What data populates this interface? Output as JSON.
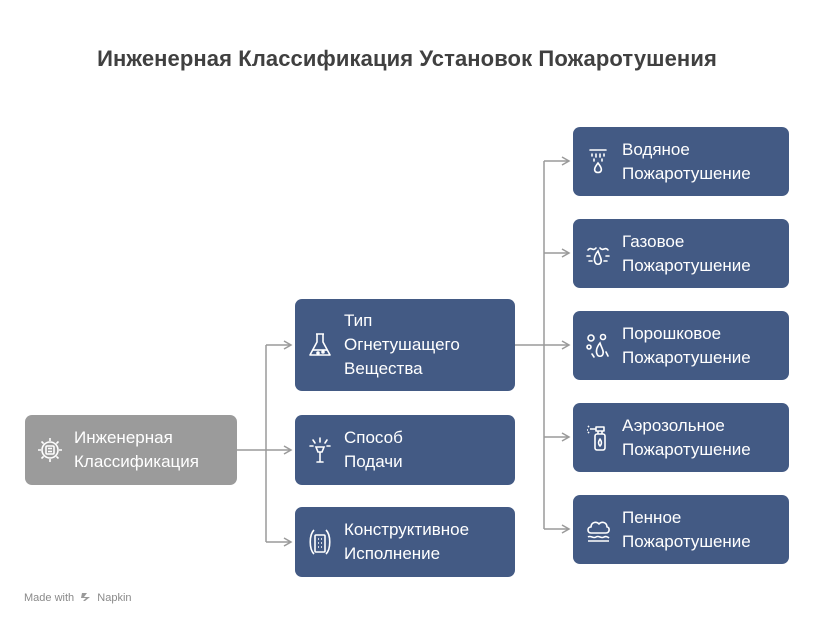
{
  "title": "Инженерная Классификация Установок Пожаротушения",
  "root": {
    "label": "Инженерная\nКлассификация",
    "icon": "gear-document-icon"
  },
  "categories": [
    {
      "label": "Тип\nОгнетушащего\nВещества",
      "icon": "flask-icon"
    },
    {
      "label": "Способ\nПодачи",
      "icon": "sprinkler-icon"
    },
    {
      "label": "Конструктивное\nИсполнение",
      "icon": "building-icon"
    }
  ],
  "agents": [
    {
      "label": "Водяное\nПожаротушение",
      "icon": "water-spray-icon"
    },
    {
      "label": "Газовое\nПожаротушение",
      "icon": "gas-flame-icon"
    },
    {
      "label": "Порошковое\nПожаротушение",
      "icon": "powder-flame-icon"
    },
    {
      "label": "Аэрозольное\nПожаротушение",
      "icon": "spray-bottle-icon"
    },
    {
      "label": "Пенное\nПожаротушение",
      "icon": "foam-cloud-icon"
    }
  ],
  "footer": {
    "made_with": "Made with",
    "brand": "Napkin"
  },
  "colors": {
    "node": "#435a84",
    "root": "#9b9b9b",
    "line": "#9a9a9a",
    "title": "#404040"
  }
}
